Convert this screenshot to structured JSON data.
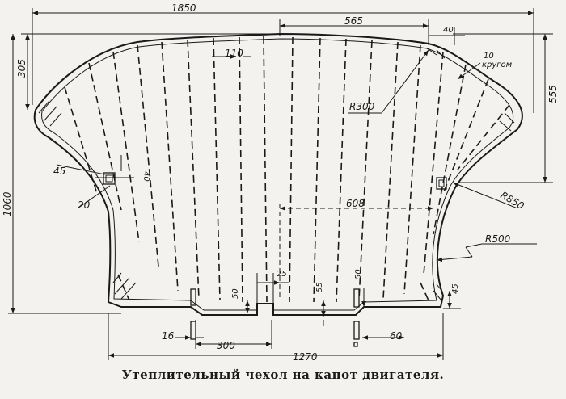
{
  "dimensions": {
    "overall_width": "1850",
    "top_right": "565",
    "small_40": "40",
    "height_305": "305",
    "height_555": "555",
    "height_1060": "1060",
    "strip_110": "110",
    "note_10": "10",
    "note_krugom": "кругом",
    "radius_300": "R300",
    "radius_850": "R850",
    "radius_500": "R500",
    "hole_45": "45",
    "hole_20": "20",
    "hole_40": "40",
    "inner_608": "608",
    "gap_25": "25",
    "h_50_left": "50",
    "h_55": "55",
    "h_50_right": "50",
    "h_45": "45",
    "w_16": "16",
    "w_300": "300",
    "w_60": "60",
    "bottom_width": "1270"
  },
  "caption": "Утеплительный  чехол  на капот  двигателя."
}
